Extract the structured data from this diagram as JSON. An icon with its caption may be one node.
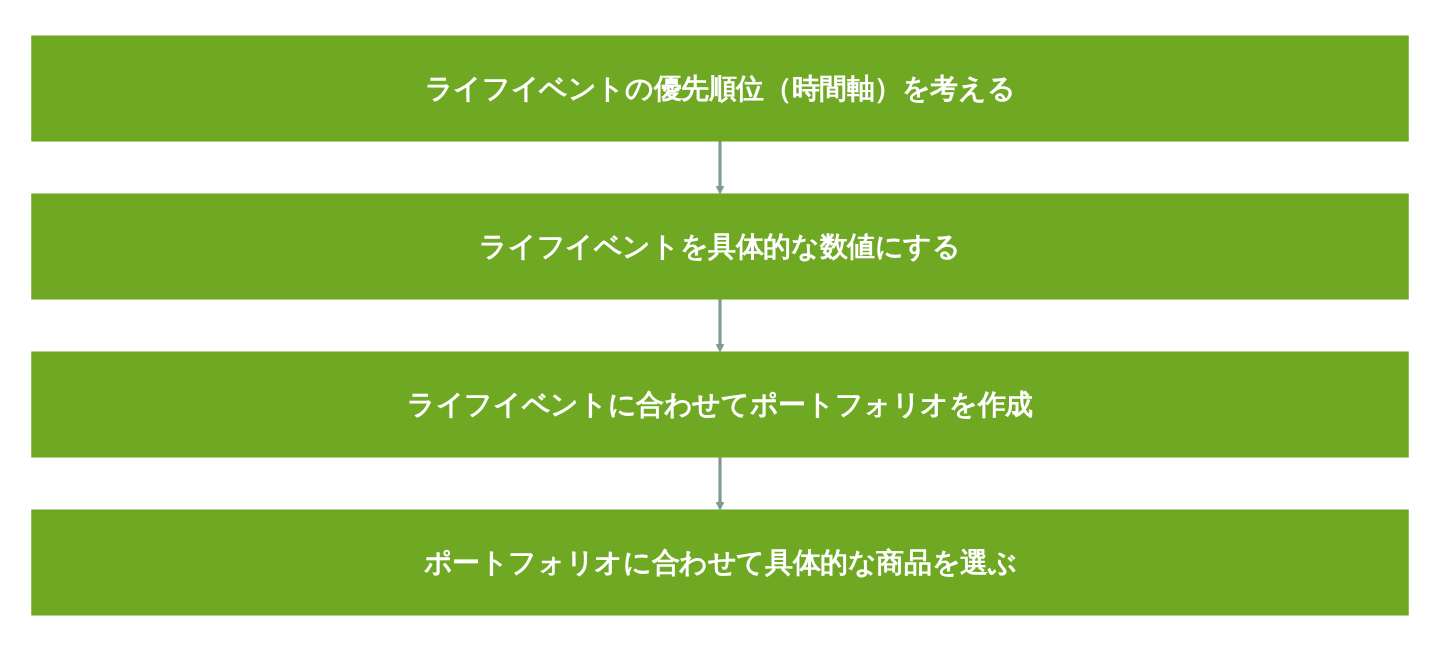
{
  "diagram": {
    "nodes": [
      {
        "text": [
          "ライフイベントの優先順位（時間軸）を考える"
        ]
      },
      {
        "text": [
          "ライフイベントを具体的な数値にする"
        ]
      },
      {
        "text": [
          "ライフイベントに合わせてポートフォリオを作成"
        ]
      },
      {
        "text": [
          "ポートフォリオに合わせて具体的な商品を選ぶ"
        ]
      }
    ],
    "edges": [
      {
        "from": 0,
        "to": 1,
        "arrow": "to"
      },
      {
        "from": 1,
        "to": 2,
        "arrow": "to"
      },
      {
        "from": 2,
        "to": 3,
        "arrow": "to"
      }
    ]
  }
}
